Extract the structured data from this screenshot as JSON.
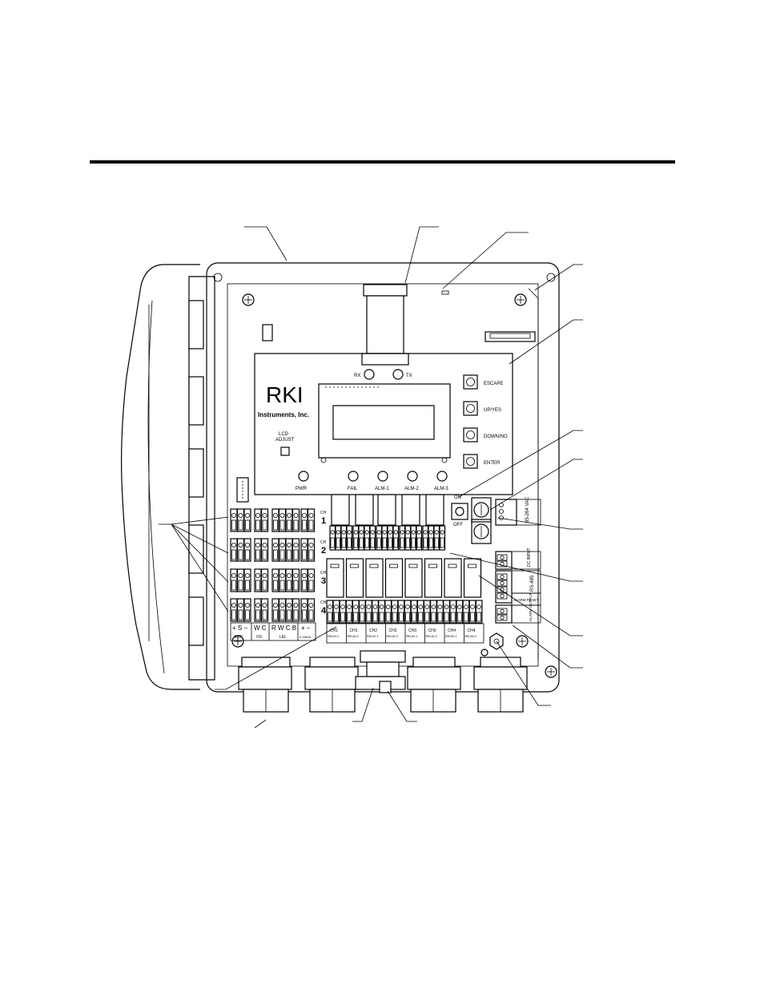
{
  "logo": {
    "brand": "RKI",
    "company": "Instruments, Inc."
  },
  "indicators": {
    "rx": "RX",
    "tx": "TX"
  },
  "buttons": [
    {
      "label": "ESCAPE"
    },
    {
      "label": "UP/YES"
    },
    {
      "label": "DOWN/NO"
    },
    {
      "label": "ENTER"
    }
  ],
  "lcd_adjust": [
    "LCD",
    "ADJUST"
  ],
  "leds": [
    {
      "label": "PWR"
    },
    {
      "label": "FAIL"
    },
    {
      "label": "ALM-1"
    },
    {
      "label": "ALM-2"
    },
    {
      "label": "ALM-3"
    }
  ],
  "power_switch": {
    "on": "ON",
    "off": "OFF"
  },
  "channels": [
    "1",
    "2",
    "3",
    "4"
  ],
  "channel_prefix": "CH",
  "bottom_labels": {
    "amp": {
      "pins": "+ S −",
      "name": "AMP"
    },
    "ox": {
      "pins": "W C",
      "name": "OX"
    },
    "lel": {
      "pins": "R W C B",
      "name": "LEL"
    },
    "ma": {
      "pins": "+ −",
      "name": "4-20mA"
    }
  },
  "relay_columns": [
    {
      "ch": "CH1",
      "relay": "RELAY-1"
    },
    {
      "ch": "CH1",
      "relay": "RELAY-2"
    },
    {
      "ch": "CH2",
      "relay": "RELAY-1"
    },
    {
      "ch": "CH2",
      "relay": "RELAY-2"
    },
    {
      "ch": "CH3",
      "relay": "RELAY-1"
    },
    {
      "ch": "CH3",
      "relay": "RELAY-2"
    },
    {
      "ch": "CH4",
      "relay": "RELAY-1"
    },
    {
      "ch": "CH4",
      "relay": "RELAY-2"
    }
  ],
  "right_terminals": {
    "ac_input": "85-264 VAC",
    "dc_input": "DC INPUT",
    "rs485": "RS-485",
    "alarm_reset": "ALARM RESET",
    "alarm_output": "ALARM OUTPUT"
  },
  "colors": {
    "ink": "#000000",
    "paper": "#ffffff"
  }
}
